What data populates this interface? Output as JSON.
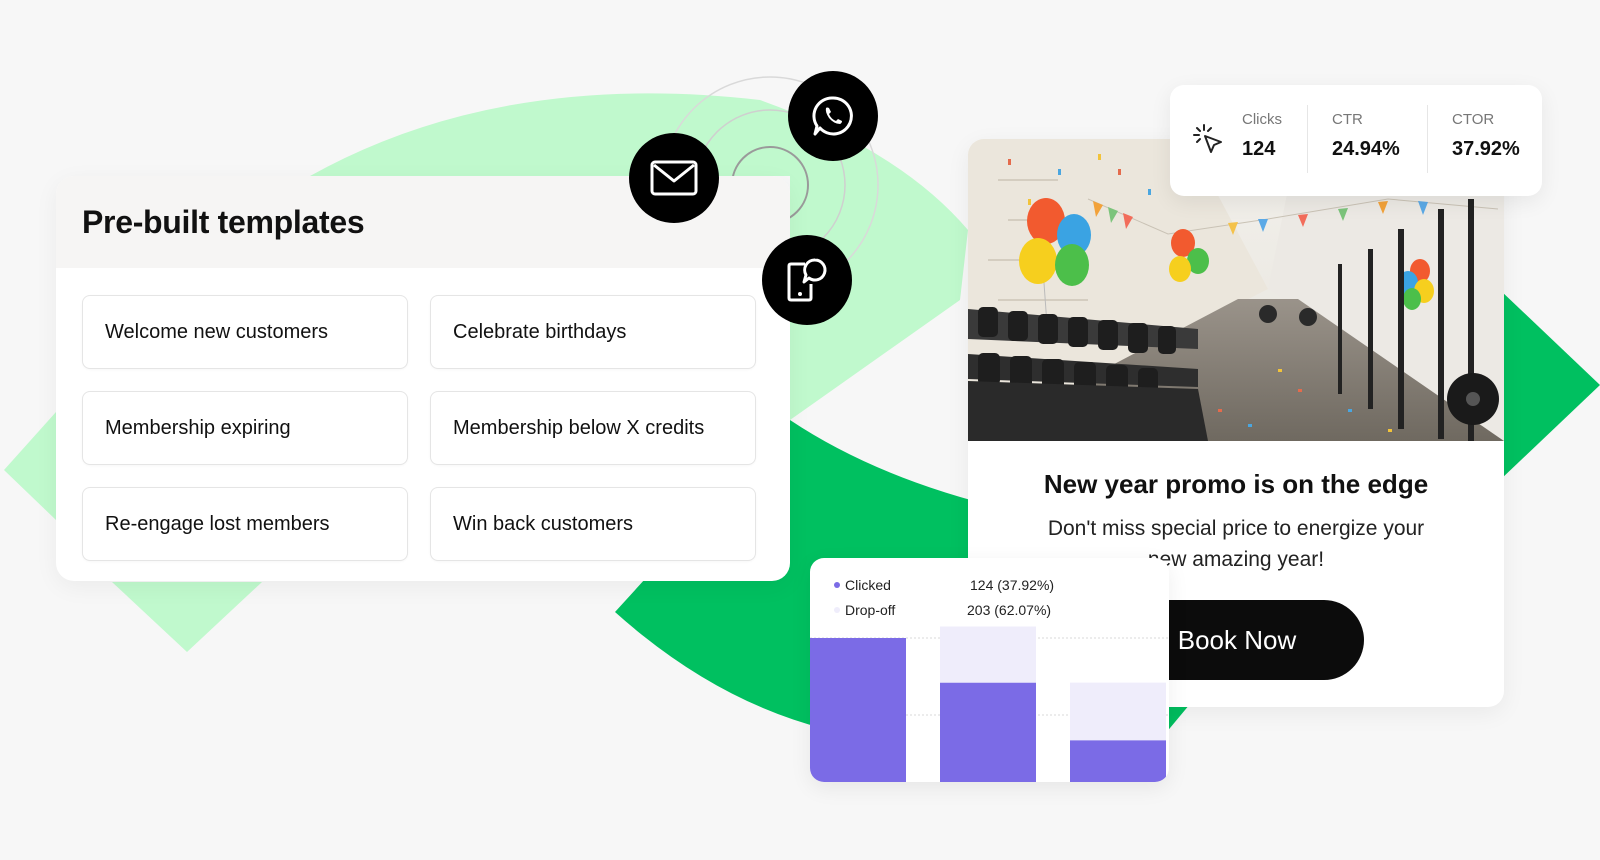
{
  "templates": {
    "title": "Pre-built templates",
    "items": [
      "Welcome new customers",
      "Celebrate birthdays",
      "Membership expiring",
      "Membership below X credits",
      "Re-engage lost members",
      "Win back customers"
    ]
  },
  "channels": [
    "email-icon",
    "whatsapp-icon",
    "push-notification-icon"
  ],
  "stats": {
    "clicks_label": "Clicks",
    "clicks_value": "124",
    "ctr_label": "CTR",
    "ctr_value": "24.94%",
    "ctor_label": "CTOR",
    "ctor_value": "37.92%"
  },
  "promo": {
    "title": "New year promo is on the edge",
    "body": "Don't miss special price to energize your new amazing year!",
    "cta": "Book Now"
  },
  "chart": {
    "legend": [
      {
        "label": "Clicked",
        "value": "124 (37.92%)",
        "color": "#7b6be6"
      },
      {
        "label": "Drop-off",
        "value": "203 (62.07%)",
        "color": "#efedfb"
      }
    ]
  },
  "chart_data": {
    "type": "bar",
    "stacked": true,
    "categories": [
      "",
      "",
      ""
    ],
    "series": [
      {
        "name": "Clicked",
        "values": [
          1.0,
          0.69,
          0.29
        ]
      },
      {
        "name": "Drop-off",
        "values": [
          0.0,
          0.39,
          0.4
        ]
      }
    ],
    "ylim": [
      0,
      1.0
    ],
    "grid": true,
    "legend_position": "top-left"
  },
  "colors": {
    "green_dark": "#00c060",
    "green_light": "#c0f9cd",
    "purple": "#7b6be6",
    "lavender": "#efedfb",
    "black": "#0c0c0c"
  }
}
